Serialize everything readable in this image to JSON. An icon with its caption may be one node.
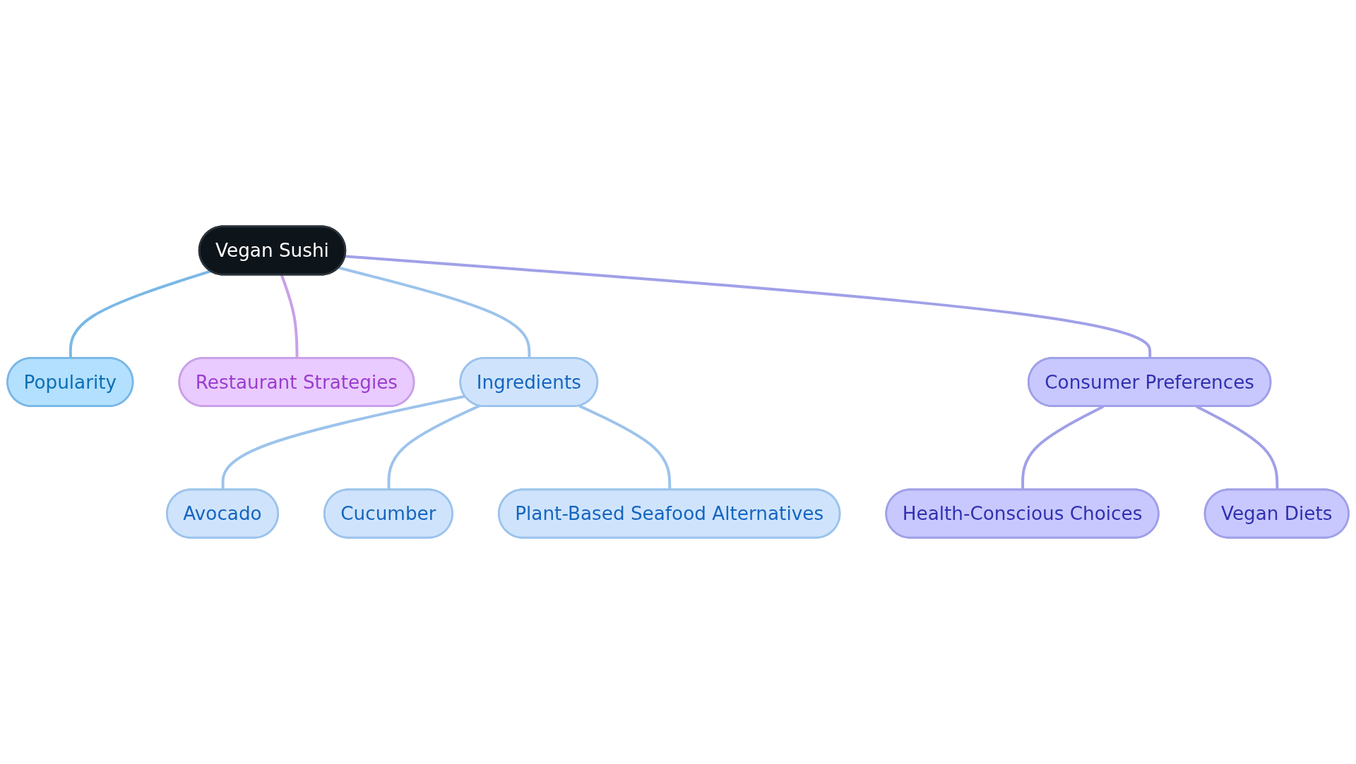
{
  "diagram": {
    "nodes": [
      {
        "text": [
          "Vegan Sushi"
        ]
      },
      {
        "text": [
          "Popularity"
        ]
      },
      {
        "text": [
          "Restaurant Strategies"
        ]
      },
      {
        "text": [
          "Ingredients"
        ]
      },
      {
        "text": [
          "Avocado"
        ]
      },
      {
        "text": [
          "Cucumber"
        ]
      },
      {
        "text": [
          "Plant-Based Seafood Alternatives"
        ]
      },
      {
        "text": [
          "Consumer Preferences"
        ]
      },
      {
        "text": [
          "Health-Conscious Choices"
        ]
      },
      {
        "text": [
          "Vegan Diets"
        ]
      }
    ],
    "edges": [
      {
        "from": 0,
        "to": 1,
        "arrow": "none",
        "color": "#7ab8e6"
      },
      {
        "from": 0,
        "to": 2,
        "arrow": "none",
        "color": "#c9a0e8"
      },
      {
        "from": 0,
        "to": 3,
        "arrow": "none",
        "color": "#9cc3ec"
      },
      {
        "from": 3,
        "to": 4,
        "arrow": "none",
        "color": "#9cc3ec"
      },
      {
        "from": 3,
        "to": 5,
        "arrow": "none",
        "color": "#9cc3ec"
      },
      {
        "from": 3,
        "to": 6,
        "arrow": "none",
        "color": "#9cc3ec"
      },
      {
        "from": 0,
        "to": 7,
        "arrow": "none",
        "color": "#a0a0e8"
      },
      {
        "from": 7,
        "to": 8,
        "arrow": "none",
        "color": "#a0a0e8"
      },
      {
        "from": 7,
        "to": 9,
        "arrow": "none",
        "color": "#a0a0e8"
      }
    ]
  }
}
